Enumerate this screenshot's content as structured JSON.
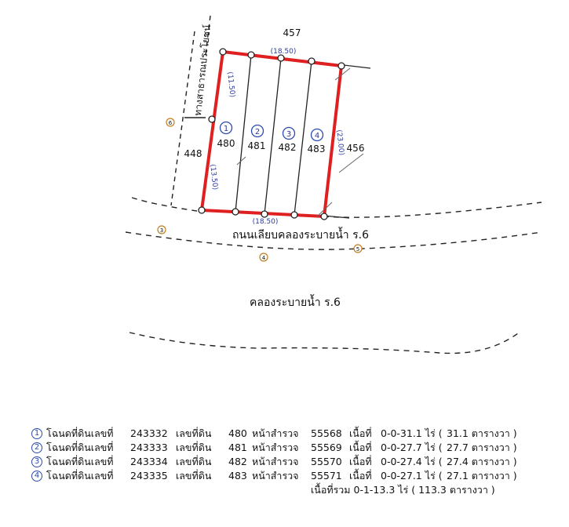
{
  "map": {
    "road_public": "ทางสาธารณประโยชน์",
    "road_canal": "ถนนเลียบคลองระบายน้ำ ร.6",
    "canal": "คลองระบายน้ำ ร.6",
    "neighbors": {
      "north": "457",
      "west": "448",
      "east": "456"
    },
    "dims": {
      "top": "(18.50)",
      "bottom": "(18.50)",
      "left_upper": "(11.50)",
      "left_lower": "(13.50)",
      "right": "(23.00)"
    },
    "markers": [
      "3",
      "4",
      "5",
      "6"
    ],
    "plots": [
      {
        "no": "1",
        "lot": "480"
      },
      {
        "no": "2",
        "lot": "481"
      },
      {
        "no": "3",
        "lot": "482"
      },
      {
        "no": "4",
        "lot": "483"
      }
    ]
  },
  "legend": {
    "rows": [
      {
        "no": "1",
        "doc_label": "โฉนดที่ดินเลขที่",
        "doc_no": "243332",
        "lot_label": "เลขที่ดิน",
        "lot": "480",
        "page_label": "หน้าสำรวจ",
        "page": "55568",
        "area_label": "เนื้อที่",
        "area": "0-0-31.1 ไร่ (",
        "wah": "31.1 ตารางวา )"
      },
      {
        "no": "2",
        "doc_label": "โฉนดที่ดินเลขที่",
        "doc_no": "243333",
        "lot_label": "เลขที่ดิน",
        "lot": "481",
        "page_label": "หน้าสำรวจ",
        "page": "55569",
        "area_label": "เนื้อที่",
        "area": "0-0-27.7 ไร่ (",
        "wah": "27.7 ตารางวา )"
      },
      {
        "no": "3",
        "doc_label": "โฉนดที่ดินเลขที่",
        "doc_no": "243334",
        "lot_label": "เลขที่ดิน",
        "lot": "482",
        "page_label": "หน้าสำรวจ",
        "page": "55570",
        "area_label": "เนื้อที่",
        "area": "0-0-27.4 ไร่ (",
        "wah": "27.4 ตารางวา )"
      },
      {
        "no": "4",
        "doc_label": "โฉนดที่ดินเลขที่",
        "doc_no": "243335",
        "lot_label": "เลขที่ดิน",
        "lot": "483",
        "page_label": "หน้าสำรวจ",
        "page": "55571",
        "area_label": "เนื้อที่",
        "area": "0-0-27.1 ไร่ (",
        "wah": "27.1 ตารางวา )"
      }
    ],
    "total": "เนื้อที่รวม 0-1-13.3 ไร่ ( 113.3 ตารางวา )"
  },
  "colors": {
    "boundary": "#e02020",
    "ink": "#111111",
    "dim": "#2a3a9a"
  }
}
